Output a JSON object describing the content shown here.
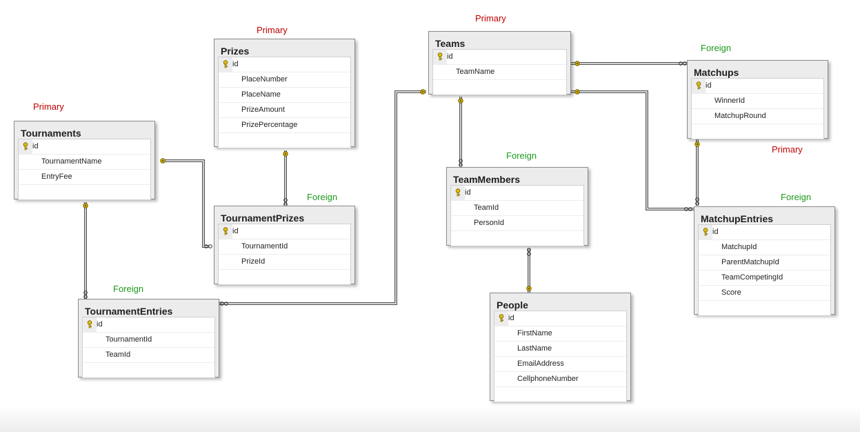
{
  "colors": {
    "primary_label": "#c00000",
    "foreign_label": "#1a9a1a",
    "key_icon": "#e8c000",
    "connector": "#555555"
  },
  "labels": {
    "primary": "Primary",
    "foreign": "Foreign"
  },
  "tables": {
    "prizes": {
      "name": "Prizes",
      "columns": [
        "id",
        "PlaceNumber",
        "PlaceName",
        "PrizeAmount",
        "PrizePercentage"
      ]
    },
    "tournaments": {
      "name": "Tournaments",
      "columns": [
        "id",
        "TournamentName",
        "EntryFee"
      ]
    },
    "tournament_prizes": {
      "name": "TournamentPrizes",
      "columns": [
        "id",
        "TournamentId",
        "PrizeId"
      ]
    },
    "tournament_entries": {
      "name": "TournamentEntries",
      "columns": [
        "id",
        "TournamentId",
        "TeamId"
      ]
    },
    "teams": {
      "name": "Teams",
      "columns": [
        "id",
        "TeamName"
      ]
    },
    "team_members": {
      "name": "TeamMembers",
      "columns": [
        "id",
        "TeamId",
        "PersonId"
      ]
    },
    "people": {
      "name": "People",
      "columns": [
        "id",
        "FirstName",
        "LastName",
        "EmailAddress",
        "CellphoneNumber"
      ]
    },
    "matchups": {
      "name": "Matchups",
      "columns": [
        "id",
        "WinnerId",
        "MatchupRound"
      ]
    },
    "matchup_entries": {
      "name": "MatchupEntries",
      "columns": [
        "id",
        "MatchupId",
        "ParentMatchupId",
        "TeamCompetingId",
        "Score"
      ]
    }
  },
  "relationships": [
    {
      "from": "Tournaments",
      "to": "TournamentPrizes"
    },
    {
      "from": "Prizes",
      "to": "TournamentPrizes"
    },
    {
      "from": "Tournaments",
      "to": "TournamentEntries"
    },
    {
      "from": "Teams",
      "to": "TournamentEntries"
    },
    {
      "from": "Teams",
      "to": "TeamMembers"
    },
    {
      "from": "People",
      "to": "TeamMembers"
    },
    {
      "from": "Teams",
      "to": "Matchups"
    },
    {
      "from": "Teams",
      "to": "MatchupEntries"
    },
    {
      "from": "Matchups",
      "to": "MatchupEntries"
    }
  ]
}
